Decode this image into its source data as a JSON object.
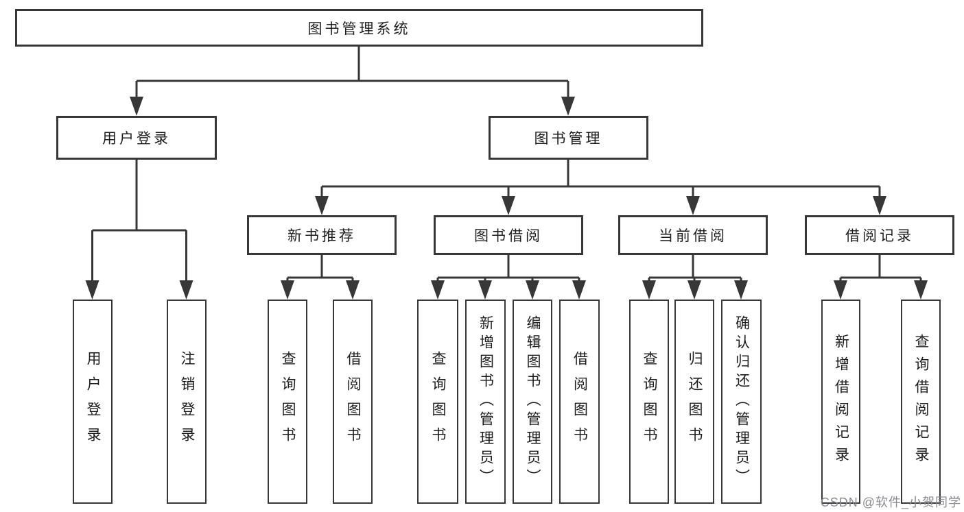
{
  "nodes": {
    "root": "图书管理系统",
    "user_login": "用户登录",
    "book_mgmt": "图书管理",
    "new_book_rec": "新书推荐",
    "book_borrow": "图书借阅",
    "current_borrow": "当前借阅",
    "borrow_records": "借阅记录",
    "login_leaf": "用户登录",
    "logout_leaf": "注销登录",
    "rec_query_books": "查询图书",
    "rec_borrow_books": "借阅图书",
    "bb_query_books": "查询图书",
    "bb_add_books": "新增图书（管理员）",
    "bb_edit_books": "编辑图书（管理员）",
    "bb_borrow_books": "借阅图书",
    "cb_query_books": "查询图书",
    "cb_return_books": "归还图书",
    "cb_confirm_return": "确认归还（管理员）",
    "br_add_record": "新增借阅记录",
    "br_query_record": "查询借阅记录"
  },
  "watermark": "CSDN @软件_小贺同学",
  "colors": {
    "line": "#373737",
    "text": "#1d1d1d",
    "watermark": "#8b8b93",
    "background": "#ffffff"
  }
}
